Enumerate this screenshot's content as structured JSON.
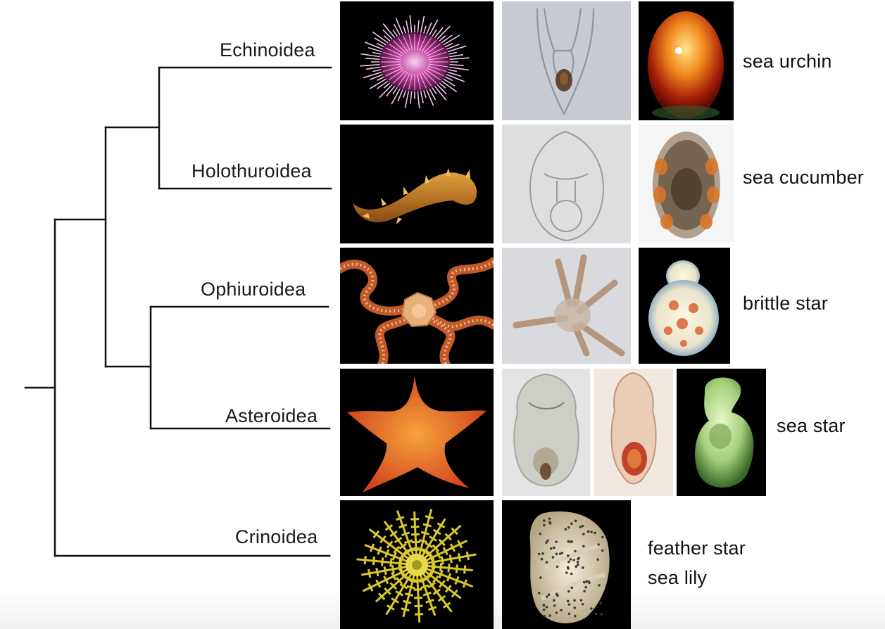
{
  "figure": {
    "clades": [
      {
        "id": "echinoidea",
        "taxon": "Echinoidea",
        "common": "sea urchin"
      },
      {
        "id": "holothuroidea",
        "taxon": "Holothuroidea",
        "common": "sea cucumber"
      },
      {
        "id": "ophiuroidea",
        "taxon": "Ophiuroidea",
        "common": "brittle star"
      },
      {
        "id": "asteroidea",
        "taxon": "Asteroidea",
        "common": "sea star"
      },
      {
        "id": "crinoidea",
        "taxon": "Crinoidea",
        "common_lines": [
          "feather star",
          "sea lily"
        ]
      }
    ],
    "tree_topology": "((Echinoidea,Holothuroidea),(Ophiuroidea,Asteroidea)),Crinoidea",
    "colors": {
      "tree_line": "#111111",
      "tile_background_dark": "#000000",
      "tile_background_light": "#d8d8d8"
    },
    "tiles": [
      {
        "clade": "echinoidea",
        "subject": "adult sea urchin",
        "icon": "purple-spiny-urchin"
      },
      {
        "clade": "echinoidea",
        "subject": "echinopluteus larva",
        "icon": "pluteus-larva"
      },
      {
        "clade": "echinoidea",
        "subject": "juvenile sea urchin",
        "icon": "glowing-orange-juvenile"
      },
      {
        "clade": "holothuroidea",
        "subject": "adult sea cucumber",
        "icon": "orange-sea-cucumber"
      },
      {
        "clade": "holothuroidea",
        "subject": "auricularia larva",
        "icon": "auricularia-larva"
      },
      {
        "clade": "holothuroidea",
        "subject": "doliolaria larva",
        "icon": "doliolaria-larva"
      },
      {
        "clade": "ophiuroidea",
        "subject": "adult brittle star",
        "icon": "brittle-star-arms"
      },
      {
        "clade": "ophiuroidea",
        "subject": "ophiopluteus larva",
        "icon": "ophiopluteus-larva"
      },
      {
        "clade": "ophiuroidea",
        "subject": "juvenile brittle star",
        "icon": "blue-white-juvenile"
      },
      {
        "clade": "asteroidea",
        "subject": "adult sea star",
        "icon": "orange-sea-star"
      },
      {
        "clade": "asteroidea",
        "subject": "bipinnaria larva",
        "icon": "bipinnaria-larva"
      },
      {
        "clade": "asteroidea",
        "subject": "brachiolaria larva",
        "icon": "brachiolaria-larva"
      },
      {
        "clade": "asteroidea",
        "subject": "juvenile sea star",
        "icon": "green-juvenile"
      },
      {
        "clade": "crinoidea",
        "subject": "adult feather star",
        "icon": "yellow-feather-star"
      },
      {
        "clade": "crinoidea",
        "subject": "vitellaria larva",
        "icon": "dotted-vitellaria-larva"
      }
    ]
  }
}
